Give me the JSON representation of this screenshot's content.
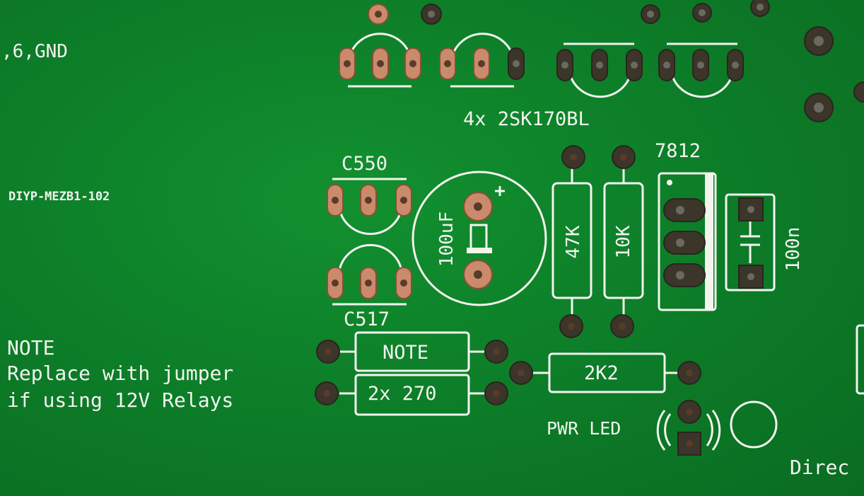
{
  "labels": {
    "gnd": ",6,GND",
    "board_id": "DIYP-MEZB1-102",
    "note_title": "NOTE",
    "note_line1": "Replace with jumper",
    "note_line2": "if using 12V Relays",
    "jfets": "4x 2SK170BL",
    "c550": "C550",
    "c517": "C517",
    "cap_big": "100uF",
    "r47k": "47K",
    "r10k": "10K",
    "reg": "7812",
    "cap_small": "100n",
    "r_note": "NOTE",
    "r_270": "2x 270",
    "r_2k2": "2K2",
    "pwr_led": "PWR LED",
    "direc": "Direc"
  }
}
